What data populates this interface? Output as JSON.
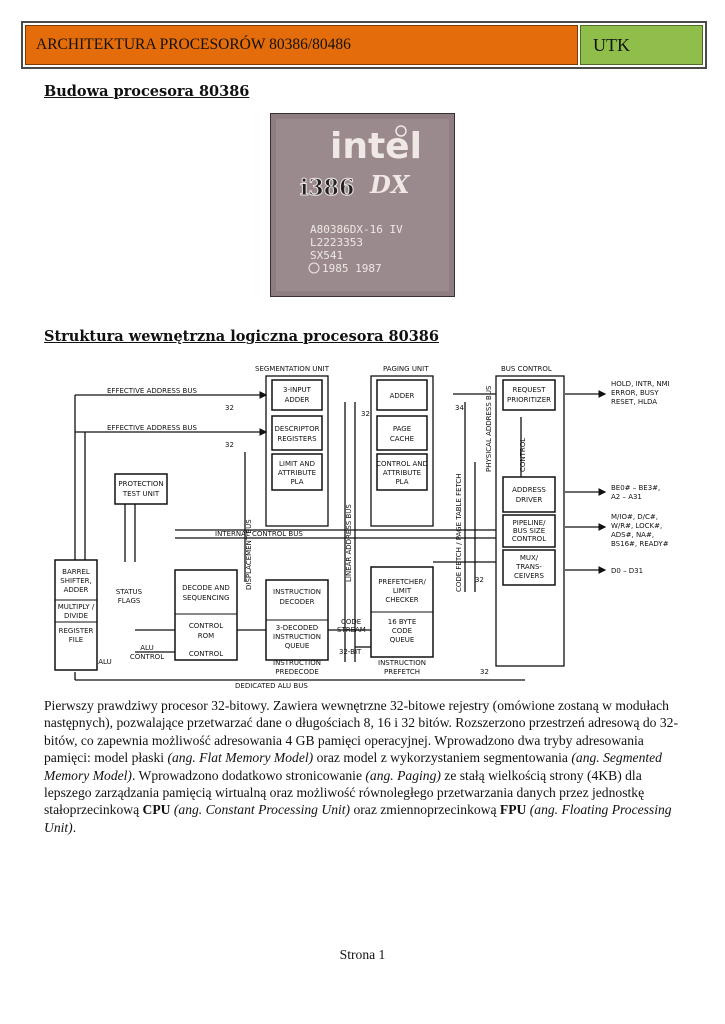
{
  "header": {
    "title": "ARCHITEKTURA PROCESORÓW 80386/80486",
    "tag": "UTK"
  },
  "headings": {
    "structure": "Budowa procesora 80386",
    "logic": "Struktura wewnętrzna logiczna procesora 80386"
  },
  "chip": {
    "brand": "intel",
    "model": "i386",
    "suffix": "DX",
    "line1": "A80386DX-16 IV",
    "line2": "L2223353",
    "line3": "SX541",
    "line4": "1985 1987"
  },
  "diagram": {
    "units": {
      "segmentation": "SEGMENTATION UNIT",
      "paging": "PAGING UNIT",
      "bus_control": "BUS CONTROL"
    },
    "buses": {
      "effective1": "EFFECTIVE ADDRESS BUS",
      "effective2": "EFFECTIVE ADDRESS BUS",
      "internal": "INTERNAL CONTROL BUS",
      "dedicated": "DEDICATED ALU BUS",
      "displacement": "DISPLACEMENT BUS",
      "linear": "LINEAR ADDRESS BUS",
      "physical": "PHYSICAL ADDRESS BUS",
      "code_fetch": "CODE FETCH / PAGE TABLE FETCH",
      "control": "CONTROL",
      "w32a": "32",
      "w32b": "32",
      "w32c": "32",
      "w32d": "32",
      "w32e": "32",
      "w34": "34",
      "code_stream_1": "CODE",
      "code_stream_2": "STREAM",
      "bit32": "32-BIT"
    },
    "blocks": {
      "adder3_1": "3-INPUT",
      "adder3_2": "ADDER",
      "desc_1": "DESCRIPTOR",
      "desc_2": "REGISTERS",
      "limit_1": "LIMIT AND",
      "limit_2": "ATTRIBUTE",
      "limit_3": "PLA",
      "padder": "ADDER",
      "pcache_1": "PAGE",
      "pcache_2": "CACHE",
      "ctrl_1": "CONTROL AND",
      "ctrl_2": "ATTRIBUTE",
      "ctrl_3": "PLA",
      "req_1": "REQUEST",
      "req_2": "PRIORITIZER",
      "addr_1": "ADDRESS",
      "addr_2": "DRIVER",
      "pipe_1": "PIPELINE/",
      "pipe_2": "BUS SIZE",
      "pipe_3": "CONTROL",
      "mux_1": "MUX/",
      "mux_2": "TRANS-",
      "mux_3": "CEIVERS",
      "prot_1": "PROTECTION",
      "prot_2": "TEST UNIT",
      "barrel_1": "BARREL",
      "barrel_2": "SHIFTER,",
      "barrel_3": "ADDER",
      "mul_1": "MULTIPLY /",
      "mul_2": "DIVIDE",
      "reg_1": "REGISTER",
      "reg_2": "FILE",
      "status_1": "STATUS",
      "status_2": "FLAGS",
      "decseq_1": "DECODE AND",
      "decseq_2": "SEQUENCING",
      "crom_1": "CONTROL",
      "crom_2": "ROM",
      "idec_1": "INSTRUCTION",
      "idec_2": "DECODER",
      "q3_1": "3-DECODED",
      "q3_2": "INSTRUCTION",
      "q3_3": "QUEUE",
      "pref_1": "PREFETCHER/",
      "pref_2": "LIMIT",
      "pref_3": "CHECKER",
      "cq_1": "16 BYTE",
      "cq_2": "CODE",
      "cq_3": "QUEUE"
    },
    "captions": {
      "alu": "ALU",
      "alu_ctrl_1": "ALU",
      "alu_ctrl_2": "CONTROL",
      "control": "CONTROL",
      "ipre_1": "INSTRUCTION",
      "ipre_2": "PREDECODE",
      "ipf_1": "INSTRUCTION",
      "ipf_2": "PREFETCH"
    },
    "signals": {
      "s1": "HOLD, INTR, NMI",
      "s2": "ERROR, BUSY",
      "s3": "RESET, HLDA",
      "s4": "BE0# – BE3#,",
      "s5": "A2 – A31",
      "s6": "M/IO#, D/C#,",
      "s7": "W/R#, LOCK#,",
      "s8": "ADS#, NA#,",
      "s9": "BS16#, READY#",
      "s10": "D0 – D31"
    }
  },
  "paragraph": {
    "p1": "Pierwszy prawdziwy procesor 32-bitowy. Zawiera wewnętrzne 32-bitowe rejestry (omówione zostaną w modułach następnych), pozwalające przetwarzać dane o długościach 8, 16 i 32 bitów. Rozszerzono przestrzeń adresową do 32-bitów, co zapewnia możliwość adresowania 4 GB pamięci operacyjnej. Wprowadzono dwa tryby adresowania pamięci: model płaski ",
    "i1": "(ang. Flat Memory Model)",
    "p2": " oraz model z wykorzystaniem segmentowania ",
    "i2": "(ang. Segmented Memory Model)",
    "p3": ". Wprowadzono dodatkowo stronicowanie ",
    "i3": "(ang. Paging)",
    "p4": " ze stałą wielkością strony (4KB) dla lepszego zarządzania pamięcią wirtualną oraz możliwość równoległego przetwarzania danych przez jednostkę stałoprzecinkową ",
    "b1": "CPU",
    "i4": " (ang. Constant Processing Unit)",
    "p5": " oraz zmiennoprzecinkową ",
    "b2": "FPU",
    "i5": " (ang. Floating Processing Unit)",
    "p6": "."
  },
  "footer": "Strona 1"
}
